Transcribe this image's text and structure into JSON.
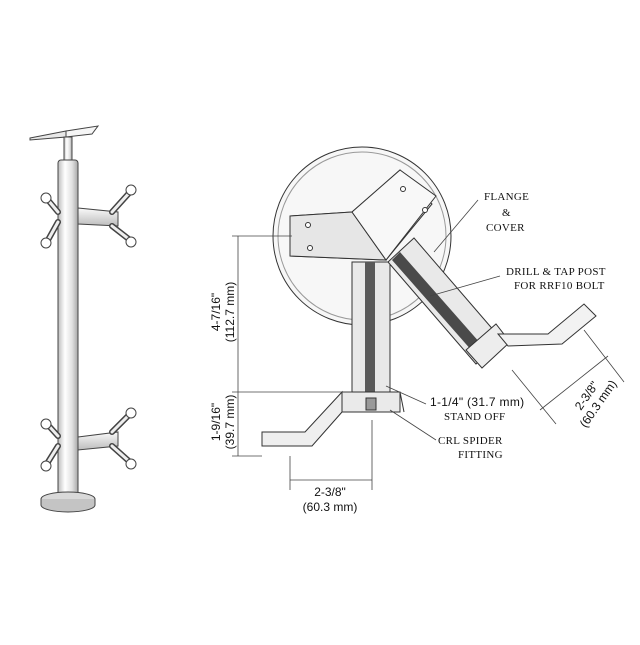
{
  "labels": {
    "flange_line1": "FLANGE",
    "flange_line2": "&",
    "flange_line3": "COVER",
    "drill_line1": "DRILL  & TAP POST",
    "drill_line2": "FOR RRF10 BOLT",
    "standoff_line1": "1-1/4\" (31.7 mm)",
    "standoff_line2": "STAND OFF",
    "spider_line1": "CRL SPIDER",
    "spider_line2": "FITTING"
  },
  "dimensions": {
    "height_upper_imperial": "4-7/16\"",
    "height_upper_metric": "(112.7 mm)",
    "height_lower_imperial": "1-9/16\"",
    "height_lower_metric": "(39.7 mm)",
    "width_bottom_imperial": "2-3/8\"",
    "width_bottom_metric": "(60.3 mm)",
    "width_diag_imperial": "2-3/8\"",
    "width_diag_metric": "(60.3 mm)"
  },
  "colors": {
    "stroke": "#333333",
    "metal_light": "#f4f4f4",
    "metal_mid": "#d6d6d6",
    "metal_dark": "#9a9a9a",
    "shadow": "#555555"
  }
}
